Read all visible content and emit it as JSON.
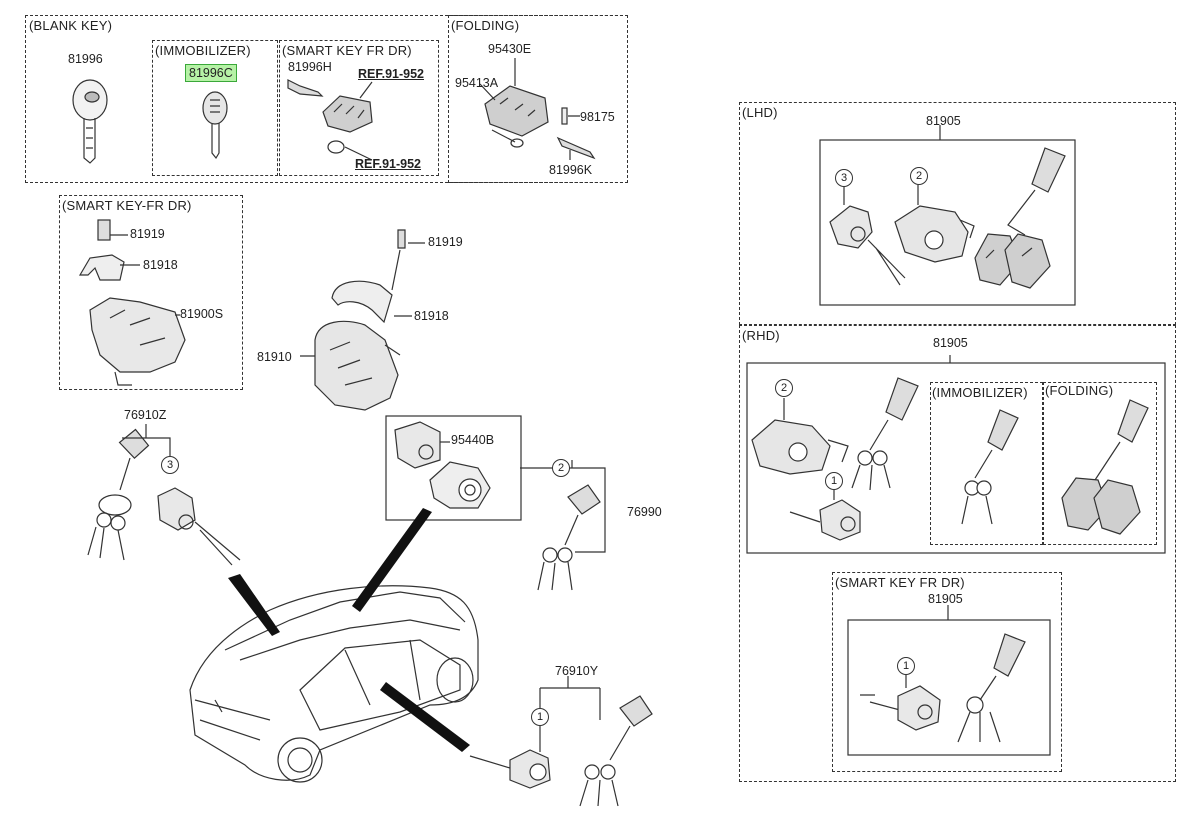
{
  "sections": {
    "blank_key": "(BLANK KEY)",
    "immobilizer": "(IMMOBILIZER)",
    "smart_key_fr_dr": "(SMART KEY FR DR)",
    "folding": "(FOLDING)",
    "smart_key_fr_dr_left": "(SMART KEY-FR DR)",
    "lhd": "(LHD)",
    "rhd": "(RHD)",
    "rhd_immobilizer": "(IMMOBILIZER)",
    "rhd_folding": "(FOLDING)",
    "rhd_smart_key": "(SMART KEY FR DR)"
  },
  "parts": {
    "p81996": "81996",
    "p81996C": "81996C",
    "p81996H": "81996H",
    "ref1": "REF.91-952",
    "ref2": "REF.91-952",
    "p95430E": "95430E",
    "p95413A": "95413A",
    "p98175": "98175",
    "p81996K": "81996K",
    "p81919a": "81919",
    "p81918a": "81918",
    "p81900S": "81900S",
    "p81919b": "81919",
    "p81918b": "81918",
    "p81910": "81910",
    "p95440B": "95440B",
    "p76910Z": "76910Z",
    "p76990": "76990",
    "p76910Y": "76910Y",
    "lhd_81905": "81905",
    "rhd_81905": "81905",
    "rhd_smart_81905": "81905"
  },
  "callouts": {
    "c3_left": "3",
    "c2_mid": "2",
    "c1_bottom": "1",
    "lhd_3": "3",
    "lhd_2": "2",
    "rhd_2": "2",
    "rhd_1": "1",
    "rhd_smart_1": "1"
  }
}
